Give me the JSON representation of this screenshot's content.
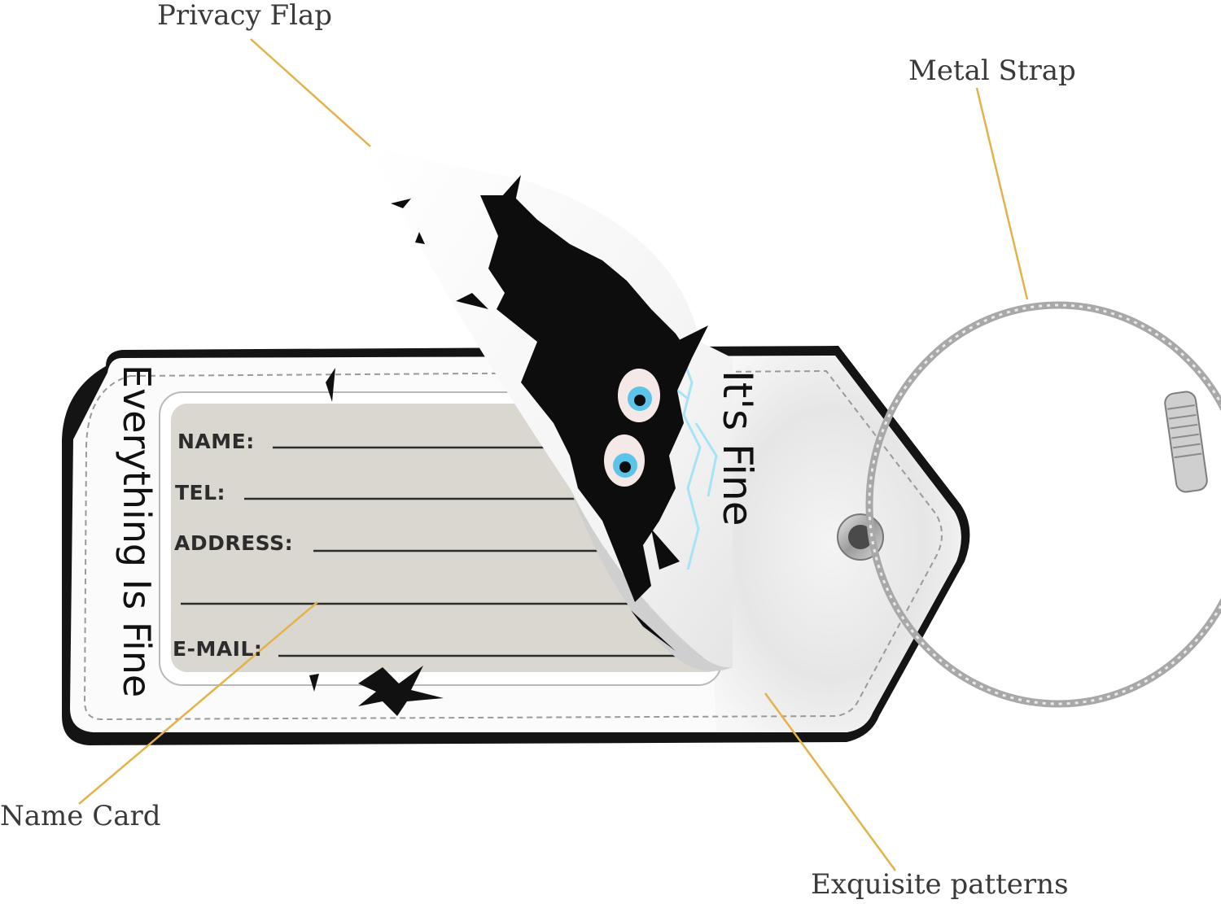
{
  "callouts": {
    "privacy_flap": "Privacy Flap",
    "metal_strap": "Metal Strap",
    "name_card": "Name Card",
    "exquisite_patterns": "Exquisite patterns"
  },
  "name_card": {
    "name_label": "NAME:",
    "tel_label": "TEL:",
    "address_label": "ADDRESS:",
    "email_label": "E-MAIL:"
  },
  "tag_text": {
    "side": "Everything Is Fine",
    "flap": "It's Fine"
  },
  "colors": {
    "callout_line": "#e3b24a",
    "card_window": "#dad6d0",
    "tag_white": "#fbfbfb",
    "tag_edge": "#1a1a1a",
    "stitch": "#9a9a9a",
    "creature": "#0d0d0d",
    "eye_blue": "#5bc4e8",
    "glow_blue": "#9fe2f7"
  }
}
